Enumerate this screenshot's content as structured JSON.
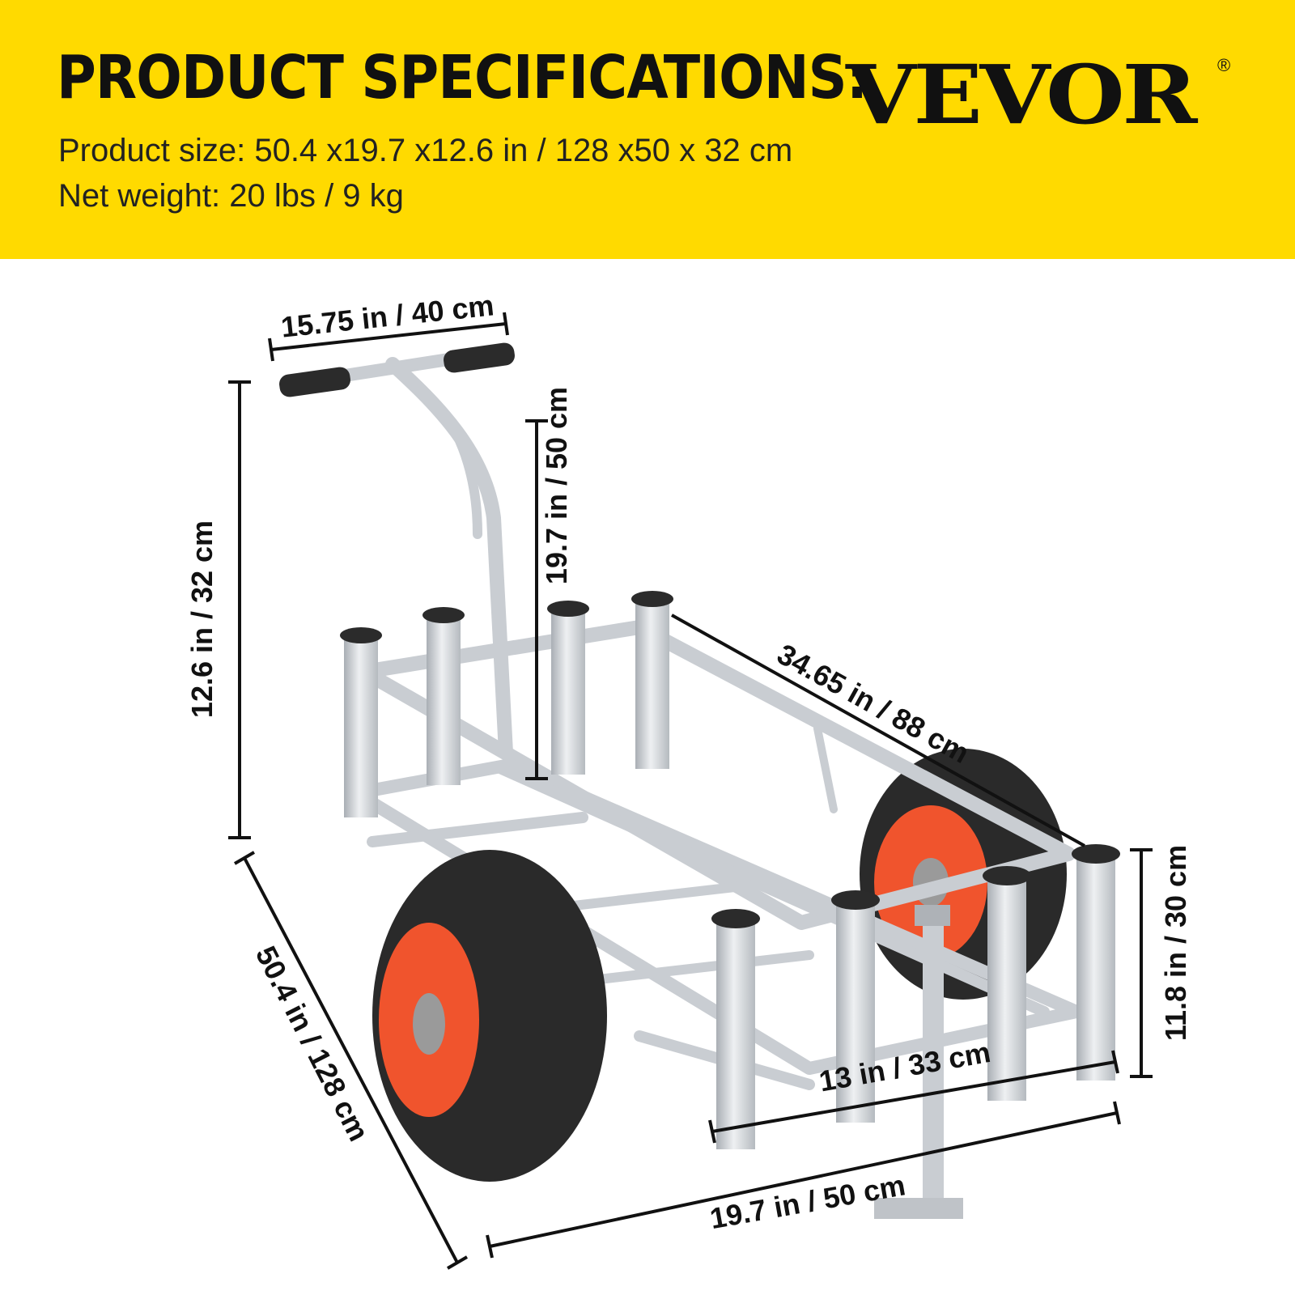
{
  "header": {
    "title": "PRODUCT SPECIFICATIONS:",
    "product_size": "Product size: 50.4 x19.7 x12.6 in / 128 x50 x 32 cm",
    "net_weight": "Net weight: 20 lbs / 9 kg",
    "brand": "VEVOR",
    "brand_mark": "®"
  },
  "colors": {
    "banner": "#FFDA00",
    "text": "#111111",
    "frame": "#C9CDD2",
    "tire": "#2A2A2A",
    "hub": "#F0542D"
  },
  "dimensions": {
    "handle_width": "15.75 in / 40 cm",
    "handle_height": "19.7 in / 50 cm",
    "total_height": "12.6 in / 32 cm",
    "basket_length": "34.65 in / 88 cm",
    "rod_holder_height": "11.8 in / 30 cm",
    "inner_width": "13 in / 33 cm",
    "total_length": "50.4 in / 128 cm",
    "total_width": "19.7 in / 50 cm"
  },
  "icons": {
    "cart": "fishing-cart-illustration"
  }
}
